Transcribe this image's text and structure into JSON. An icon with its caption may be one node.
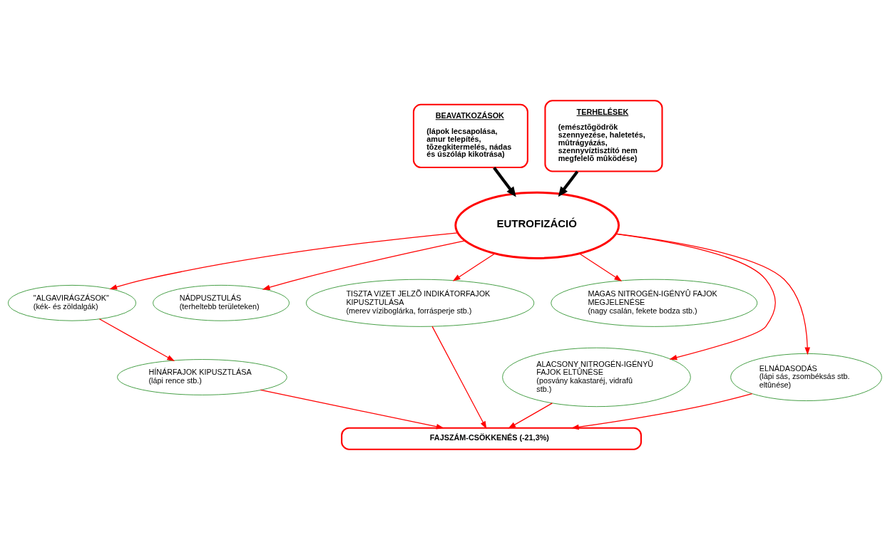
{
  "diagram": {
    "nodes": [
      {
        "text": [
          "BEAVATKOZÁSOK",
          "(lápok lecsapolása, amur telepítés, tõzegkitermelés, nádas és úszóláp kikotrása)"
        ]
      },
      {
        "text": [
          "TERHELÉSEK",
          "(emésztõgödrök szennyezése, haletetés, mûtrágyázás, szennyvíztisztító nem megfelelõ mûködése)"
        ]
      },
      {
        "text": [
          "EUTROFIZÁCIÓ"
        ]
      },
      {
        "text": [
          "\"ALGAVIRÁGZÁSOK\"",
          "(kék- és zöldalgák)"
        ]
      },
      {
        "text": [
          "NÁDPUSZTULÁS",
          "(terheltebb területeken)"
        ]
      },
      {
        "text": [
          "TISZTA VIZET JELZÕ INDIKÁTORFAJOK KIPUSZTULÁSA",
          "(merev víziboglárka, forrásperje stb.)"
        ]
      },
      {
        "text": [
          "MAGAS NITROGÉN-IGÉNYÛ FAJOK MEGJELENÉSE",
          "(nagy csalán, fekete bodza stb.)"
        ]
      },
      {
        "text": [
          "HÍNÁRFAJOK KIPUSZTLÁSA",
          "(lápi rence stb.)"
        ]
      },
      {
        "text": [
          "ALACSONY NITROGÉN-IGÉNYÛ FAJOK ELTÛNÉSE",
          "(posvány kakastaréj, vidrafû stb.)"
        ]
      },
      {
        "text": [
          "ELNÁDASODÁS",
          "(lápi sás, zsombéksás stb. eltûnése)"
        ]
      },
      {
        "text": [
          "FAJSZÁM-CSÖKKENÉS (-21,3%)"
        ]
      }
    ],
    "edges": [
      {
        "from": 0,
        "to": 2,
        "arrow": "to",
        "style": "thick",
        "color": "#000000"
      },
      {
        "from": 1,
        "to": 2,
        "arrow": "to",
        "style": "thick",
        "color": "#000000"
      },
      {
        "from": 2,
        "to": 3,
        "arrow": "to"
      },
      {
        "from": 2,
        "to": 4,
        "arrow": "to"
      },
      {
        "from": 2,
        "to": 5,
        "arrow": "to"
      },
      {
        "from": 2,
        "to": 6,
        "arrow": "to"
      },
      {
        "from": 2,
        "to": 8,
        "arrow": "to"
      },
      {
        "from": 2,
        "to": 9,
        "arrow": "to"
      },
      {
        "from": 3,
        "to": 7,
        "arrow": "to"
      },
      {
        "from": 7,
        "to": 10,
        "arrow": "to"
      },
      {
        "from": 5,
        "to": 10,
        "arrow": "to"
      },
      {
        "from": 8,
        "to": 10,
        "arrow": "to"
      },
      {
        "from": 9,
        "to": 10,
        "arrow": "to"
      }
    ]
  }
}
